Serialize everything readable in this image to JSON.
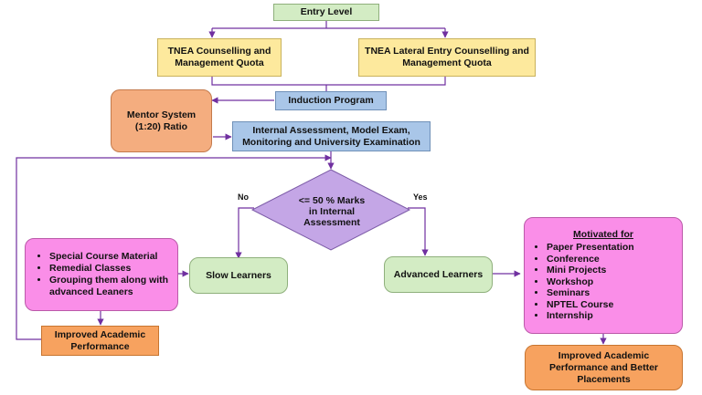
{
  "entry_level": "Entry Level",
  "tnea_counselling": "TNEA Counselling and Management Quota",
  "tnea_lateral": "TNEA Lateral Entry Counselling and Management Quota",
  "induction_program": "Induction Program",
  "mentor_system": "Mentor System (1:20) Ratio",
  "internal_assessment": "Internal Assessment, Model Exam, Monitoring and University Examination",
  "decision": "<= 50 % Marks in Internal Assessment",
  "label_no": "No",
  "label_yes": "Yes",
  "slow_learners": "Slow Learners",
  "advanced_learners": "Advanced Learners",
  "slow_support": {
    "items": [
      "Special Course Material",
      "Remedial Classes",
      "Grouping them along with advanced Leaners"
    ]
  },
  "improved_academic_slow": "Improved Academic Performance",
  "motivated": {
    "heading": "Motivated for",
    "items": [
      "Paper Presentation",
      "Conference",
      "Mini Projects",
      "Workshop",
      "Seminars",
      "NPTEL Course",
      "Internship"
    ]
  },
  "improved_academic_advanced": "Improved Academic Performance and Better Placements",
  "colors": {
    "line": "#7030a0",
    "green": "#d3ecc4",
    "yellow": "#fde99d",
    "blue": "#a9c6e8",
    "orange": "#f4ad7f",
    "pink": "#fa8ee8",
    "diamond": "#c4a6e6"
  }
}
